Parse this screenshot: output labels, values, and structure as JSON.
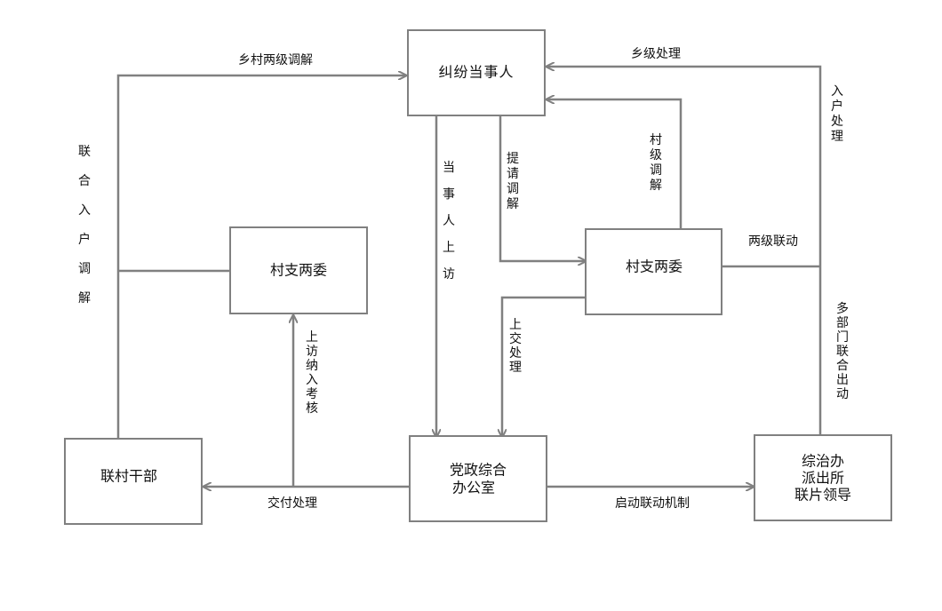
{
  "colors": {
    "line": "#808080",
    "text": "#111111",
    "background": "#ffffff"
  },
  "nodes": {
    "disputant": "纠纷当事人",
    "village_committees_left": "村支两委",
    "village_committees_right": "村支两委",
    "village_cadres": "联村干部",
    "party_office": [
      "党政综合",
      "办公室"
    ],
    "security_office": [
      "综治办",
      "派出所",
      "联片领导"
    ]
  },
  "edges": {
    "two_level_mediation": "乡村两级调解",
    "joint_household_mediation": "联合入户调解",
    "disputant_petition": "当事人上访",
    "request_mediation": "提请调解",
    "village_mediation": "村级调解",
    "township_handling": "乡级处理",
    "household_handling": "入户处理",
    "two_level_linkage": "两级联动",
    "multi_department": "多部门联合出动",
    "escalate_handling": "上交处理",
    "petition_assessment": "上访纳入考核",
    "assign_handling": "交付处理",
    "start_linkage": "启动联动机制"
  }
}
